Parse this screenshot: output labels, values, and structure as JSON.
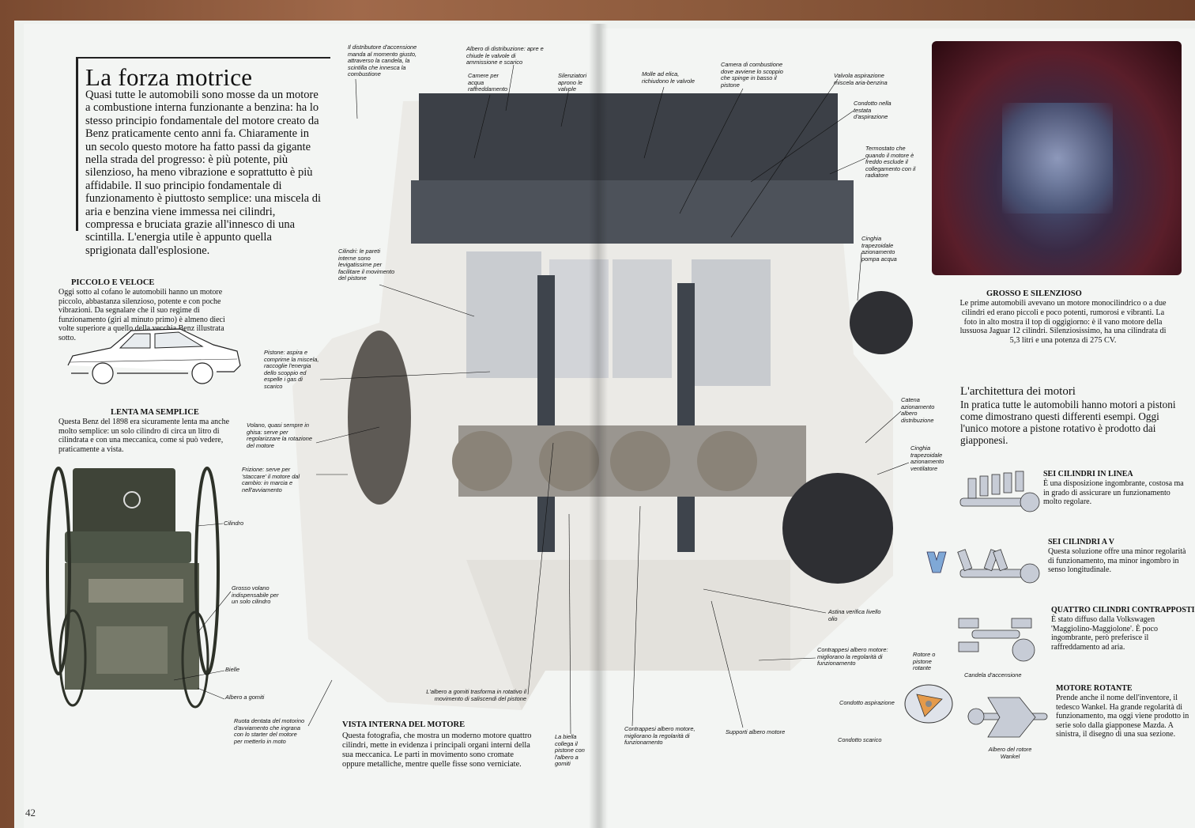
{
  "page": {
    "title": "La forza motrice",
    "intro": "Quasi tutte le automobili sono mosse da un motore a combustione interna funzionante a benzina: ha lo stesso principio fondamentale del motore creato da Benz praticamente cento anni fa. Chiaramente in un secolo questo motore ha fatto passi da gigante nella strada del progresso: è più potente, più silenzioso, ha meno vibrazione e soprattutto è più affidabile. Il suo principio fondamentale di funzionamento è piuttosto semplice: una miscela di aria e benzina viene immessa nei cilindri, compressa e bruciata grazie all'innesco di una scintilla. L'energia utile è appunto quella sprigionata dall'esplosione.",
    "page_number": "42"
  },
  "left_sidebar": {
    "piccolo_title": "PICCOLO E VELOCE",
    "piccolo_text": "Oggi sotto al cofano le automobili hanno un motore piccolo, abbastanza silenzioso, potente e con poche vibrazioni. Da segnalare che il suo regime di funzionamento (giri al minuto primo) è almeno dieci volte superiore a quello della vecchia Benz illustrata sotto.",
    "lenta_title": "LENTA MA SEMPLICE",
    "lenta_text": "Questa Benz del 1898 era sicuramente lenta ma anche molto semplice: un solo cilindro di circa un litro di cilindrata e con una meccanica, come si può vedere, praticamente a vista."
  },
  "labels": {
    "distributore": "Il distributore d'accensione manda al momento giusto, attraverso la candela, la scintilla che innesca la combustione",
    "albero_distribuzione": "Albero di distribuzione: apre e chiude le valvole di ammissione e scarico",
    "camere_acqua": "Camere per acqua raffreddamento",
    "silenziatori": "Silenziatori aprono le valvole",
    "molle": "Molle ad elica, richiudono le valvole",
    "camera_combustione": "Camera di combustione dove avviene lo scoppio che spinge in basso il pistone",
    "valvola_aspirazione": "Valvola aspirazione miscela aria-benzina",
    "condotto_testata": "Condotto nella testata d'aspirazione",
    "termostato": "Termostato che quando il motore è freddo esclude il collegamento con il radiatore",
    "cinghia_pompa": "Cinghia trapezoidale azionamento pompa acqua",
    "cilindri": "Cilindri: le pareti interne sono levigatissime per facilitare il movimento del pistone",
    "pistone": "Pistone: aspira e comprime la miscela, raccoglie l'energia dello scoppio ed espelle i gas di scarico",
    "volano": "Volano, quasi sempre in ghisa: serve per regolarizzare la rotazione del motore",
    "frizione": "Frizione: serve per 'staccare' il motore dal cambio: in marcia e nell'avviamento",
    "catena": "Catena azionamento albero distribuzione",
    "cinghia_ventilatore": "Cinghia trapezoidale azionamento ventilatore",
    "astina": "Astina verifica livello olio",
    "contrappesi_right": "Contrappesi albero motore: migliorano la regolarità di funzionamento",
    "albero_gomiti_desc": "L'albero a gomiti trasforma in rotativo il movimento di saliscendi del pistone",
    "contrappesi_bottom": "Contrappesi albero motore, migliorano la regolarità di funzionamento",
    "supporti": "Supporti albero motore",
    "biella": "La biella collega il pistone con l'albero a gomiti",
    "cilindro": "Cilindro",
    "grosso_volano": "Grosso volano indispensabile per un solo cilindro",
    "bielle": "Bielle",
    "albero_gomiti": "Albero a gomiti",
    "ruota_dentata": "Ruota dentata del motorino d'avviamento che ingrana con lo starter del motore per metterlo in moto",
    "rotore_pistone": "Rotore o pistone rotante",
    "candela": "Candela d'accensione",
    "condotto_aspirazione": "Condotto aspirazione",
    "condotto_scarico": "Condotto scarico",
    "albero_rotore": "Albero del rotore Wankel"
  },
  "vista": {
    "title": "VISTA INTERNA DEL MOTORE",
    "text": "Questa fotografia, che mostra un moderno motore quattro cilindri, mette in evidenza i principali organi interni della sua meccanica. Le parti in movimento sono cromate oppure metalliche, mentre quelle fisse sono verniciate."
  },
  "right_page": {
    "grosso_title": "GROSSO E SILENZIOSO",
    "grosso_text": "Le prime automobili avevano un motore monocilindrico o a due cilindri ed erano piccoli e poco potenti, rumorosi e vibranti. La foto in alto mostra il top di oggigiorno: è il vano motore della lussuosa Jaguar 12 cilindri. Silenziosissimo, ha una cilindrata di 5,3 litri e una potenza di 275 CV.",
    "arch_title": "L'architettura dei motori",
    "arch_text": "In pratica tutte le automobili hanno motori a pistoni come dimostrano questi differenti esempi. Oggi l'unico motore a pistone rotativo è prodotto dai giapponesi.",
    "variants": [
      {
        "title": "SEI CILINDRI IN LINEA",
        "text": "È una disposizione ingombrante, costosa ma in grado di assicurare un funzionamento molto regolare."
      },
      {
        "title": "SEI CILINDRI A V",
        "text": "Questa soluzione offre una minor regolarità di funzionamento, ma minor ingombro in senso longitudinale."
      },
      {
        "title": "QUATTRO CILINDRI CONTRAPPOSTI",
        "text": "È stato diffuso dalla Volkswagen 'Maggiolino-Maggiolone'. È poco ingombrante, però preferisce il raffreddamento ad aria."
      },
      {
        "title": "MOTORE ROTANTE",
        "text": "Prende anche il nome dell'inventore, il tedesco Wankel. Ha grande regolarità di funzionamento, ma oggi viene prodotto in serie solo dalla giapponese Mazda. A sinistra, il disegno di una sua sezione."
      }
    ]
  }
}
